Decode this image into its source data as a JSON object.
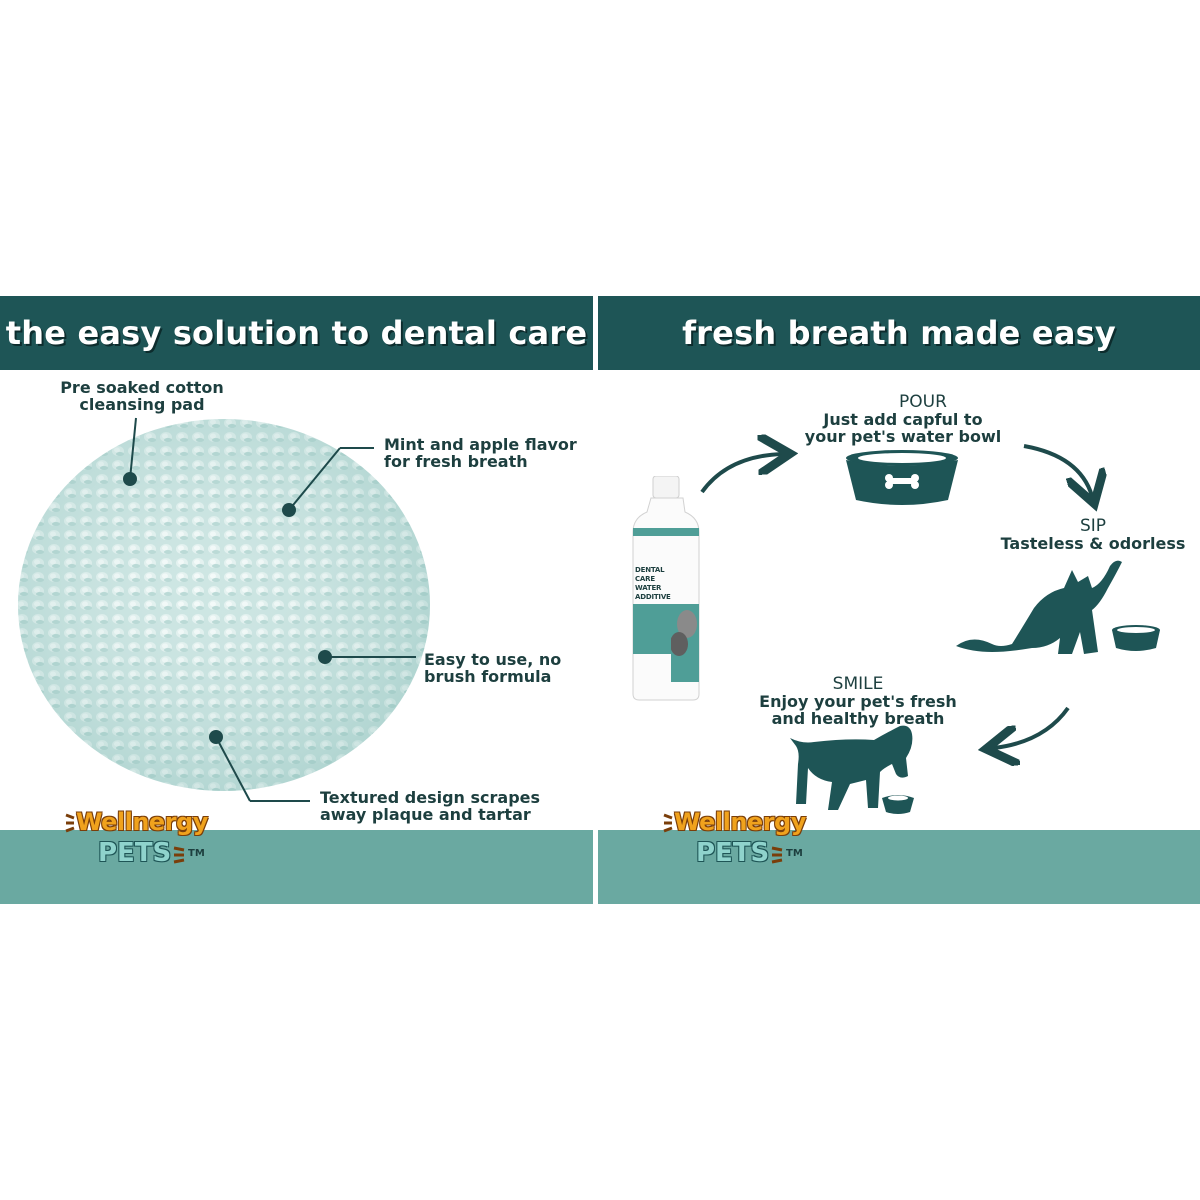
{
  "colors": {
    "banner_bg": "#1e5556",
    "footer_band": "#6aa9a1",
    "text_dark": "#1d3f3f",
    "pad_color": "#cfe6e4",
    "logo_orange": "#f0a21d",
    "logo_teal": "#8fd3cc"
  },
  "left_panel": {
    "title": "the easy solution to dental care",
    "callouts": [
      {
        "line1": "Pre soaked cotton",
        "line2": "cleansing pad"
      },
      {
        "line1": "Mint and apple flavor",
        "line2": "for fresh breath"
      },
      {
        "line1": "Easy to use, no",
        "line2": "brush formula"
      },
      {
        "line1": "Textured design scrapes",
        "line2": "away plaque and tartar"
      }
    ],
    "logo": {
      "top": "Wellnergy",
      "bottom": "PETS",
      "tm": "TM"
    }
  },
  "right_panel": {
    "title": "fresh breath made easy",
    "bottle_label": {
      "line1": "DENTAL CARE",
      "line2": "WATER",
      "line3": "ADDITIVE"
    },
    "steps": [
      {
        "title": "POUR",
        "line1": "Just add capful to",
        "line2": "your pet's water bowl",
        "icon": "bowl-icon"
      },
      {
        "title": "SIP",
        "line1": "Tasteless & odorless",
        "line2": "",
        "icon": "cat-drinking-icon"
      },
      {
        "title": "SMILE",
        "line1": "Enjoy your pet's fresh",
        "line2": "and healthy breath",
        "icon": "dog-bowl-icon"
      }
    ],
    "logo": {
      "top": "Wellnergy",
      "bottom": "PETS",
      "tm": "TM"
    }
  }
}
